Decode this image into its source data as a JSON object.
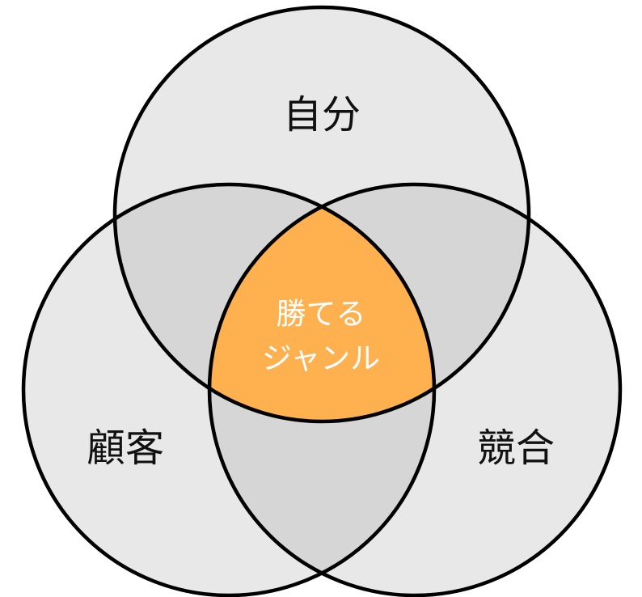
{
  "diagram": {
    "type": "venn-3",
    "colors": {
      "circle": "#e8e8e8",
      "pair_overlap": "#d6d6d6",
      "center_overlap": "#ffb04f",
      "stroke": "#000000",
      "label_text": "#111111",
      "center_text": "#ffffff"
    },
    "circles": {
      "top": {
        "label": "自分"
      },
      "left": {
        "label": "顧客"
      },
      "right": {
        "label": "競合"
      }
    },
    "center": {
      "line1": "勝てる",
      "line2": "ジャンル"
    }
  }
}
